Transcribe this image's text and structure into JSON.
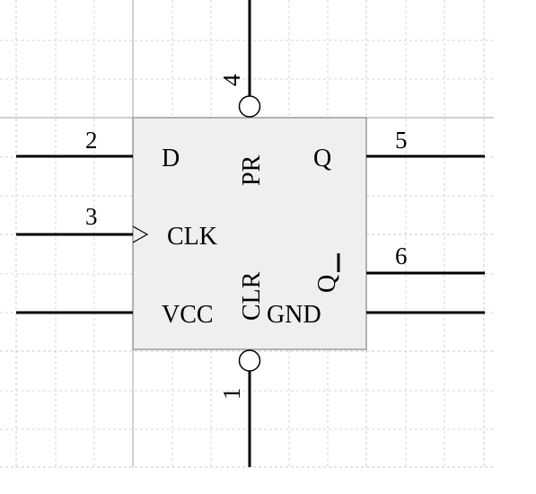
{
  "component": {
    "type": "D flip-flop",
    "body_fill": "#efefef",
    "pin_color": "#000000",
    "grid_color": "#d4d4d4"
  },
  "pins": {
    "d": {
      "number": "2",
      "name": "D"
    },
    "clk": {
      "number": "3",
      "name": "CLK"
    },
    "pr": {
      "number": "4",
      "name": "PR"
    },
    "q": {
      "number": "5",
      "name": "Q"
    },
    "q_bar": {
      "number": "6",
      "name": "Q"
    },
    "clr": {
      "number": "1",
      "name": "CLR"
    },
    "vcc": {
      "name": "VCC"
    },
    "gnd": {
      "name": "GND"
    }
  }
}
